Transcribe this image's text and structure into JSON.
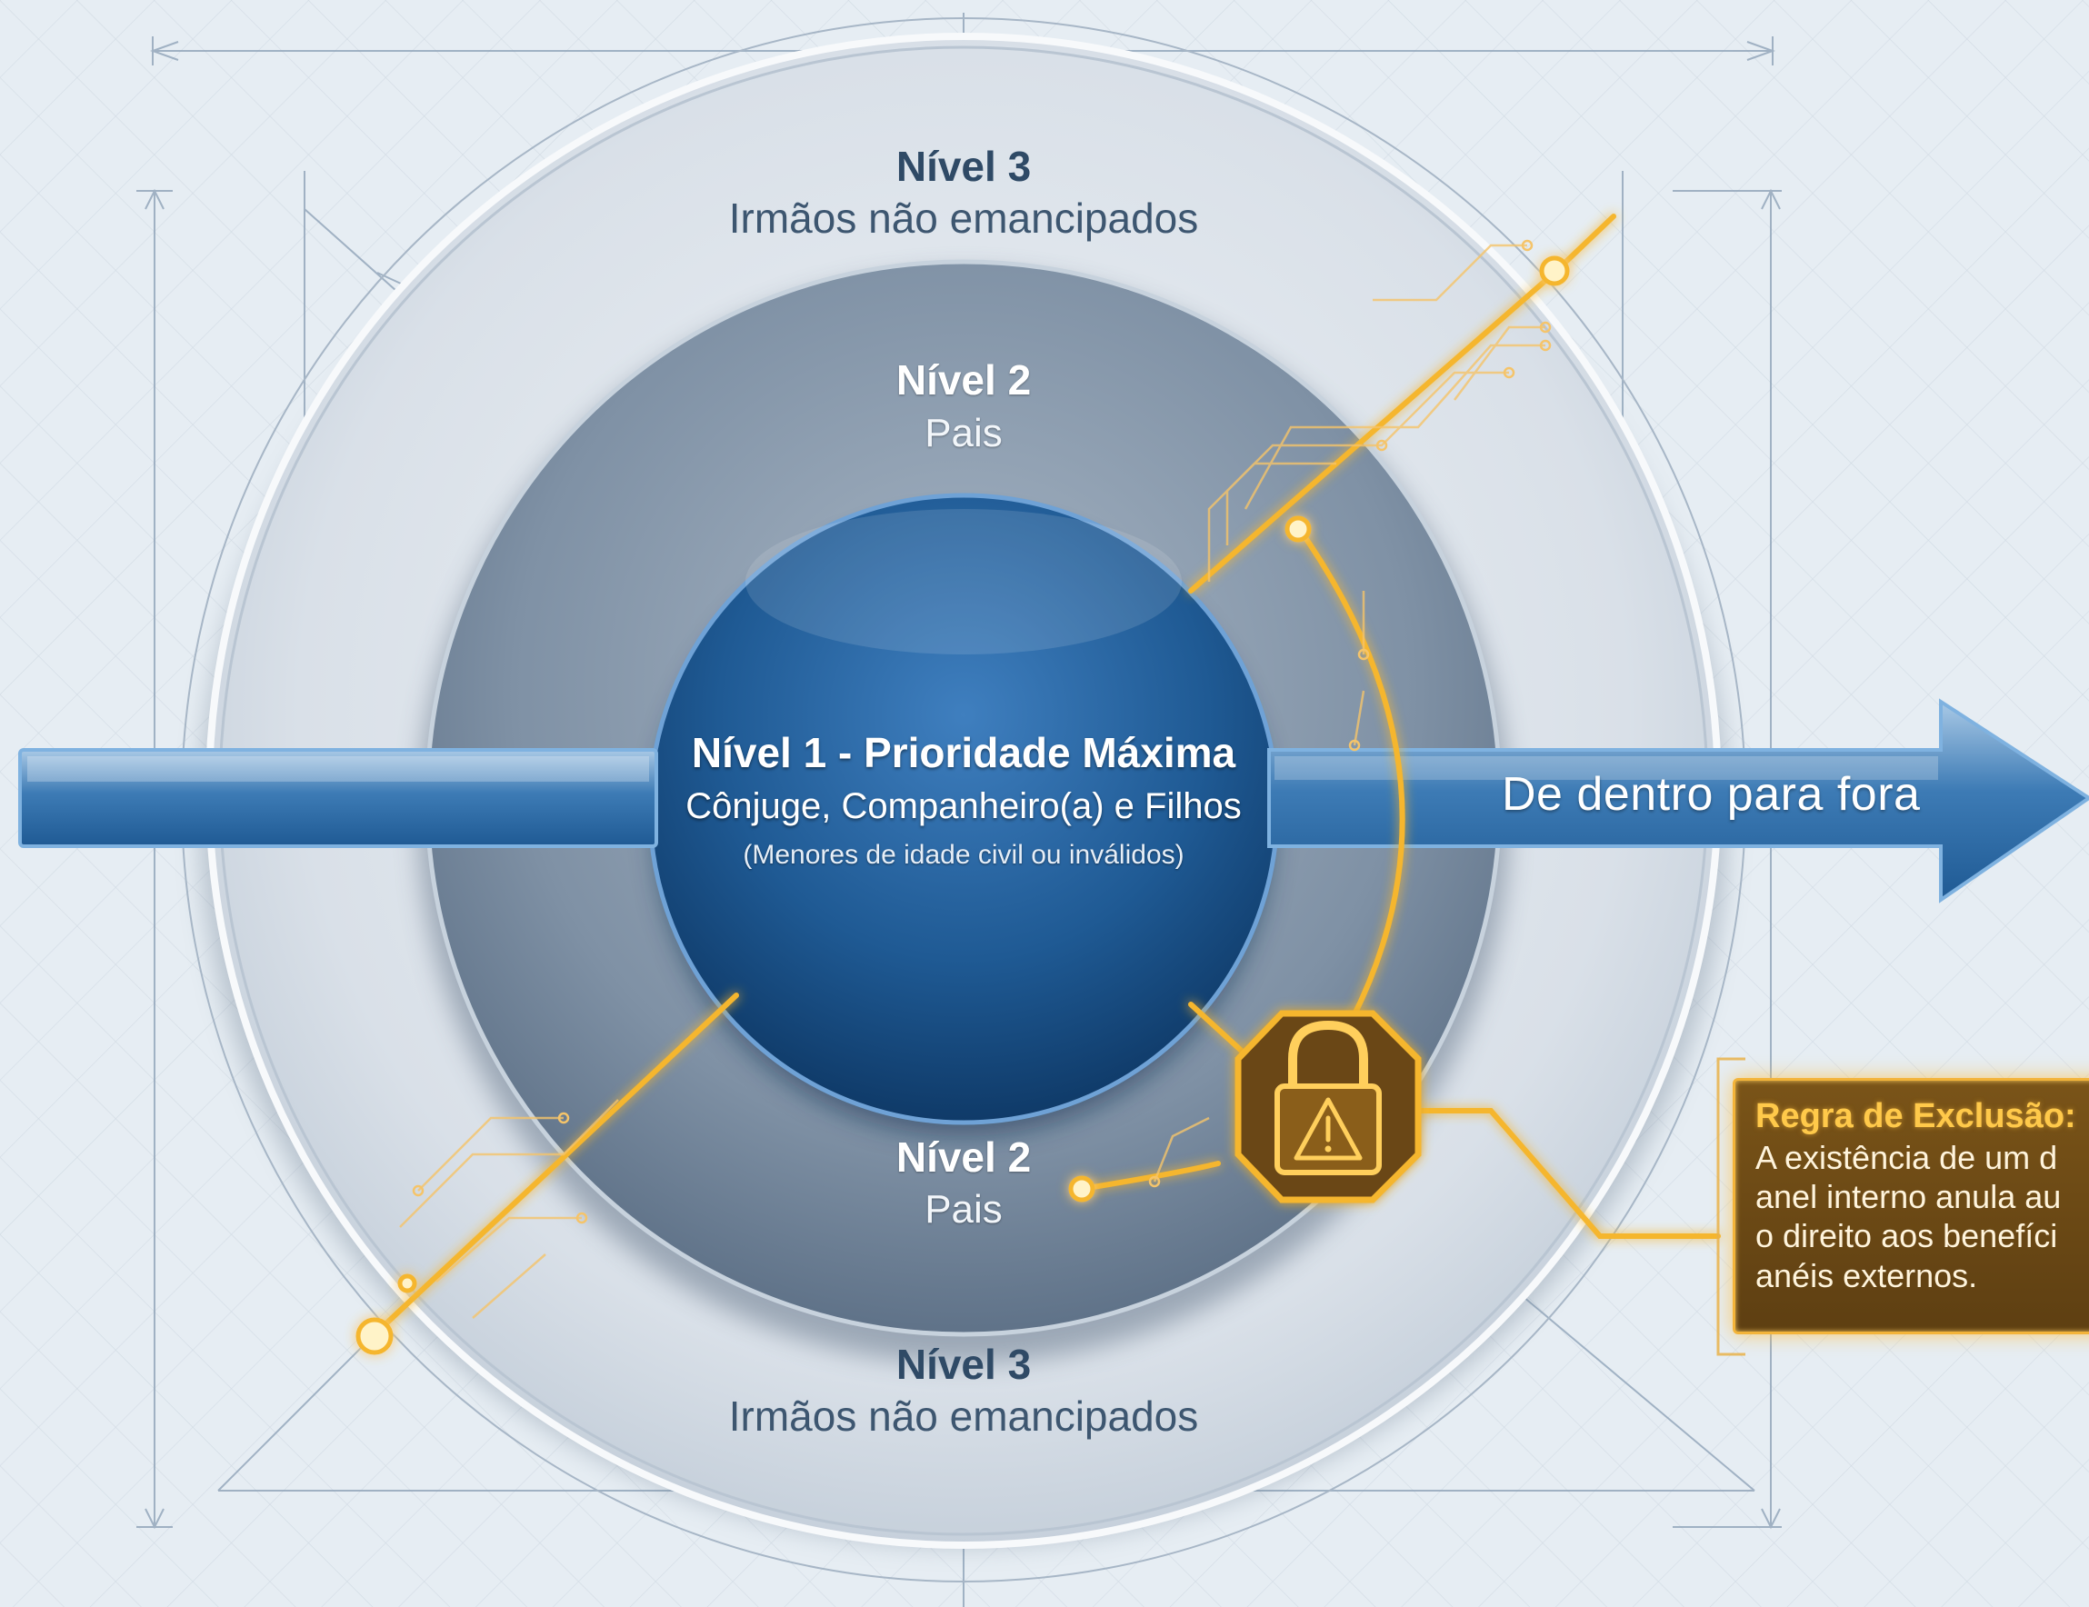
{
  "levels": {
    "outer_top": {
      "title": "Nível 3",
      "subtitle": "Irmãos não emancipados"
    },
    "middle_top": {
      "title": "Nível 2",
      "subtitle": "Pais"
    },
    "center": {
      "title": "Nível 1 - Prioridade Máxima",
      "subtitle": "Cônjuge, Companheiro(a) e Filhos",
      "note": "(Menores de idade civil ou inválidos)"
    },
    "middle_bottom": {
      "title": "Nível 2",
      "subtitle": "Pais"
    },
    "outer_bottom": {
      "title": "Nível 3",
      "subtitle": "Irmãos não emancipados"
    }
  },
  "arrow": {
    "label": "De dentro para fora"
  },
  "rule": {
    "title": "Regra de Exclusão:",
    "lines": [
      "A existência de um d",
      "anel interno anula au",
      "o direito aos benefíci",
      "anéis externos."
    ]
  },
  "colors": {
    "outer_ring": "#d7dee6",
    "middle_ring": "#7d8fa3",
    "center": "#1f5a94",
    "arrow": "#2f6ea6",
    "highlight": "#f5b62e"
  },
  "icons": {
    "lock": "lock-warning-icon"
  }
}
